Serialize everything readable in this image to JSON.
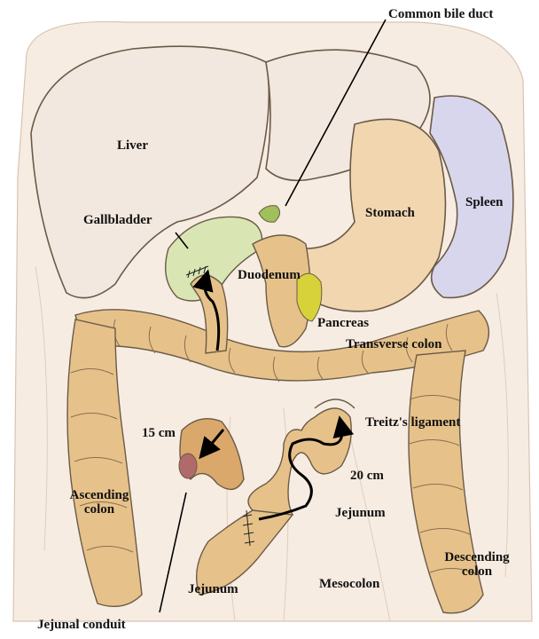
{
  "labels": {
    "common_bile_duct": "Common bile duct",
    "liver": "Liver",
    "gallbladder": "Gallbladder",
    "stomach": "Stomach",
    "spleen": "Spleen",
    "duodenum": "Duodenum",
    "pancreas": "Pancreas",
    "transverse_colon": "Transverse colon",
    "length_15": "15 cm",
    "treitz": "Treitz's ligament",
    "length_20": "20 cm",
    "ascending_colon_1": "Ascending",
    "ascending_colon_2": "colon",
    "jejunum_right": "Jejunum",
    "descending_colon_1": "Descending",
    "descending_colon_2": "colon",
    "jejunum_bottom": "Jejunum",
    "mesocolon": "Mesocolon",
    "jejunal_conduit": "Jejunal conduit"
  },
  "colors": {
    "organ_outline": "#6b5a48",
    "liver_fill": "#f3e8df",
    "stomach_fill": "#f1d6b0",
    "spleen_fill": "#d8d6ec",
    "gallbladder_fill": "#d9e6b4",
    "bowel_fill": "#e6c28a",
    "pancreas_fill": "#d8d23a",
    "background_body": "#f7ece2",
    "arrow": "#000000"
  }
}
